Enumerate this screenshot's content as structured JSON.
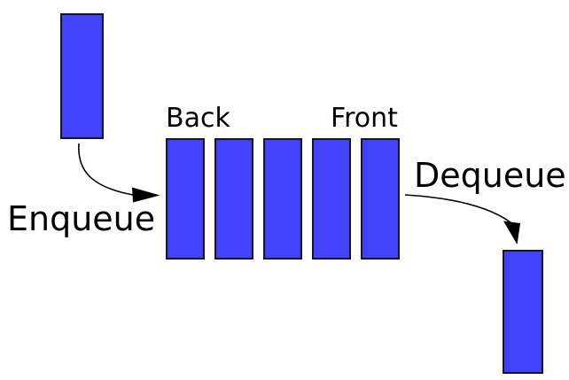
{
  "diagram": {
    "labels": {
      "back": "Back",
      "front": "Front",
      "enqueue": "Enqueue",
      "dequeue": "Dequeue"
    },
    "queue": {
      "item_count": 5
    },
    "icons": {
      "enqueue_arrow": "curved-arrow-right",
      "dequeue_arrow": "curved-arrow-down-right"
    },
    "colors": {
      "item_fill": "#4242fa",
      "item_border": "#16161e",
      "arrow": "#000000",
      "text": "#000000",
      "background": "#ffffff"
    }
  }
}
